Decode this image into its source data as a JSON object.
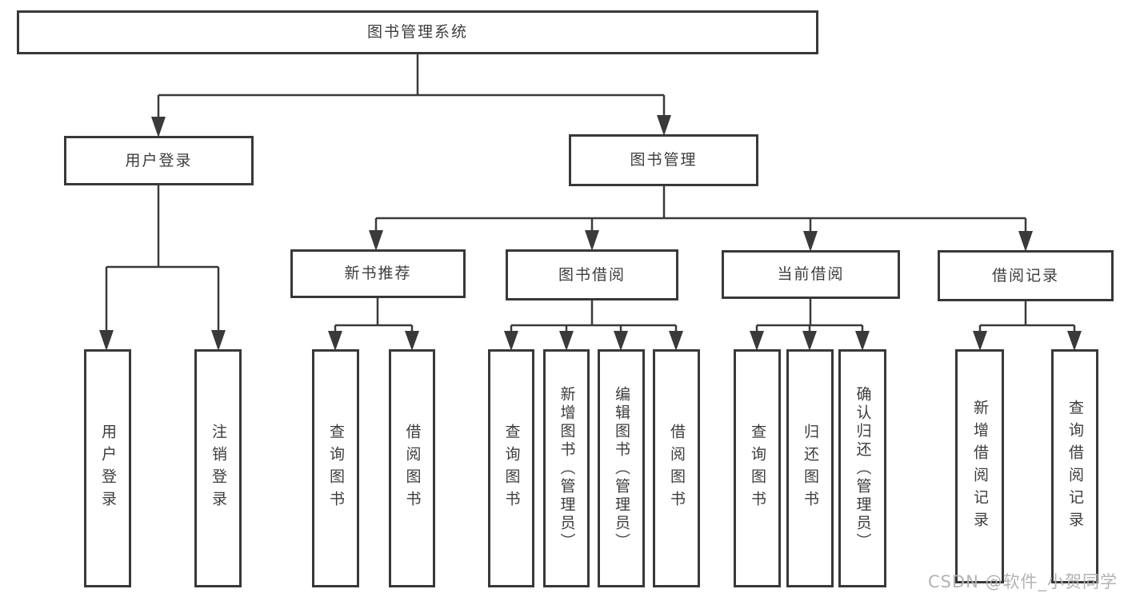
{
  "diagram": {
    "type": "hierarchy-diagram",
    "root_label": "图书管理系统",
    "watermark": "CSDN @软件_小贺同学",
    "colors": {
      "line": "#3a3a3a",
      "box_border": "#383838",
      "text": "#3d3d3d",
      "watermark": "#b3b3b3",
      "background": "#ffffff"
    },
    "branches": [
      {
        "label": "用户登录",
        "children": [
          {
            "label": "用户登录"
          },
          {
            "label": "注销登录"
          }
        ]
      },
      {
        "label": "图书管理",
        "children": [
          {
            "label": "新书推荐",
            "children": [
              {
                "label": "查询图书"
              },
              {
                "label": "借阅图书"
              }
            ]
          },
          {
            "label": "图书借阅",
            "children": [
              {
                "label": "查询图书"
              },
              {
                "label": "新增图书（管理员）"
              },
              {
                "label": "编辑图书（管理员）"
              },
              {
                "label": "借阅图书"
              }
            ]
          },
          {
            "label": "当前借阅",
            "children": [
              {
                "label": "查询图书"
              },
              {
                "label": "归还图书"
              },
              {
                "label": "确认归还（管理员）"
              }
            ]
          },
          {
            "label": "借阅记录",
            "children": [
              {
                "label": "新增借阅记录"
              },
              {
                "label": "查询借阅记录"
              }
            ]
          }
        ]
      }
    ]
  }
}
